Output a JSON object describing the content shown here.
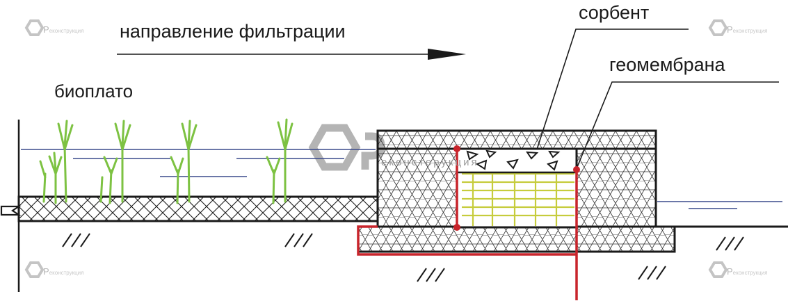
{
  "labels": {
    "direction": "направление фильтрации",
    "bioplato": "биоплато",
    "sorbent": "сорбент",
    "geomembrane": "геомембрана"
  },
  "watermark": {
    "letter": "Р",
    "text_small": "еконструкция",
    "text_center": "еконсторукция",
    "logo_icon": "hexagon-logo-icon"
  },
  "colors": {
    "line": "#1a1a1a",
    "membrane": "#c8242b",
    "plant": "#7dc242",
    "water": "#3a4a8c",
    "sorbent": "#c6cc3c",
    "watermark": "#bdbdbd"
  }
}
